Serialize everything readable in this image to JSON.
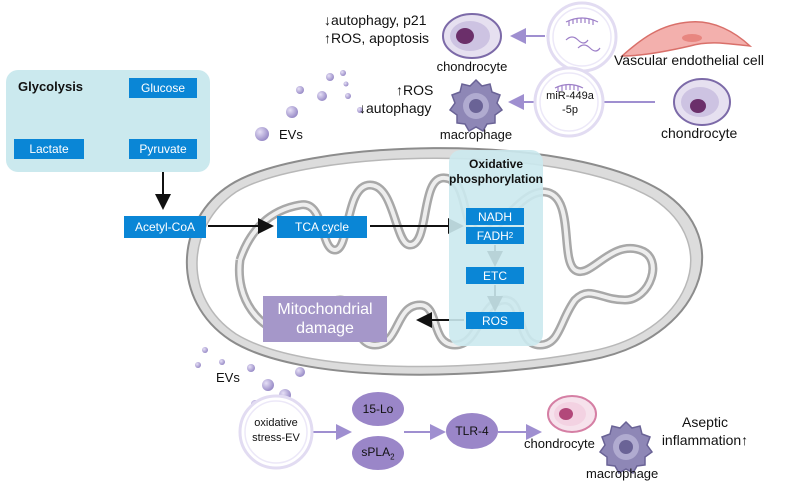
{
  "glycolysis": {
    "title": "Glycolysis",
    "glucose": "Glucose",
    "pyruvate": "Pyruvate",
    "lactate": "Lactate"
  },
  "mitochondrion": {
    "acetyl_coa": "Acetyl-CoA",
    "tca_cycle": "TCA cycle",
    "damage": "Mitochondrial damage"
  },
  "oxphos": {
    "title_line1": "Oxidative",
    "title_line2": "phosphorylation",
    "nadh": "NADH",
    "fadh_base": "FADH",
    "fadh_sub": "2",
    "etc": "ETC",
    "ros": "ROS"
  },
  "top_pathway": {
    "effects_line1": "↓autophagy, p21",
    "effects_line2": "↑ROS, apoptosis",
    "target": "chondrocyte",
    "source": "Vascular endothelial cell"
  },
  "middle_pathway": {
    "effects_line1": "↑ROS",
    "effects_line2": "↓autophagy",
    "target": "macrophage",
    "mirna_line1": "miR-449a",
    "mirna_line2": "-5p",
    "source": "chondrocyte"
  },
  "evs_labels": {
    "upper": "EVs",
    "lower": "EVs"
  },
  "bottom_pathway": {
    "ev_line1": "oxidative",
    "ev_line2": "stress-EV",
    "lo15": "15-Lo",
    "spla2_base": "sPLA",
    "spla2_sub": "2",
    "tlr4": "TLR-4",
    "target_chondrocyte": "chondrocyte",
    "target_macrophage": "macrophage",
    "outcome_line1": "Aseptic",
    "outcome_line2": "inflammation↑"
  },
  "colors": {
    "blue_box": "#0a86d6",
    "panel_fill": "#cbe9ee",
    "purple": "#a597c9",
    "arrow_purple": "#9f8fd0",
    "mito_gray": "#b3b3b3"
  }
}
